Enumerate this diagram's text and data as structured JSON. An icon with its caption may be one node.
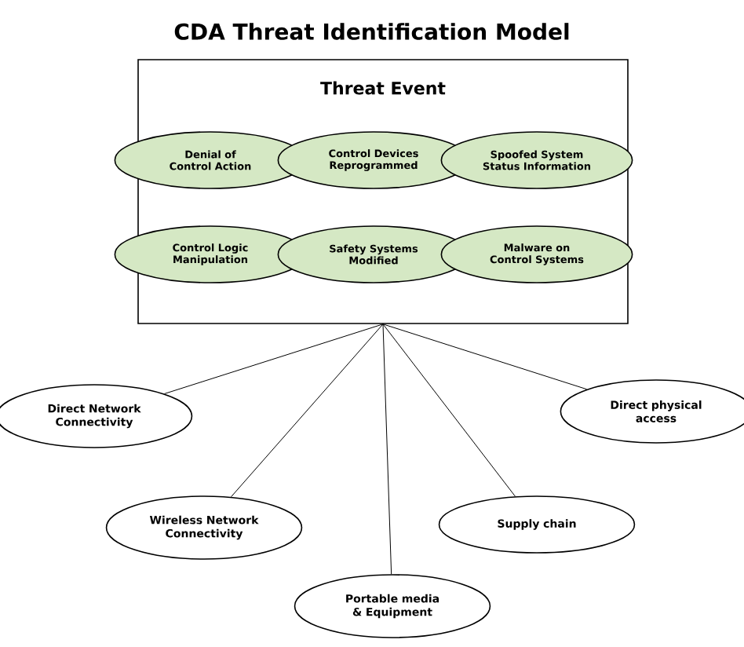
{
  "diagram": {
    "title": "CDA Threat Identification Model",
    "nodes": [
      {
        "text": [
          "Threat Event"
        ]
      },
      {
        "text": [
          "Denial of Control Action"
        ],
        "in": 0
      },
      {
        "text": [
          "Control Devices Reprogrammed"
        ],
        "in": 0
      },
      {
        "text": [
          "Spoofed System Status Information"
        ],
        "in": 0
      },
      {
        "text": [
          "Control Logic Manipulation"
        ],
        "in": 0
      },
      {
        "text": [
          "Safety Systems Modified"
        ],
        "in": 0
      },
      {
        "text": [
          "Malware on Control Systems"
        ],
        "in": 0
      },
      {
        "text": [
          "Direct Network Connectivity"
        ]
      },
      {
        "text": [
          "Direct physical access"
        ]
      },
      {
        "text": [
          "Wireless Network Connectivity"
        ]
      },
      {
        "text": [
          "Supply chain"
        ]
      },
      {
        "text": [
          "Portable media & Equipment"
        ]
      }
    ],
    "edges": [
      {
        "from": 0,
        "to": 7,
        "arrow": "none"
      },
      {
        "from": 0,
        "to": 9,
        "arrow": "none"
      },
      {
        "from": 0,
        "to": 11,
        "arrow": "none"
      },
      {
        "from": 0,
        "to": 10,
        "arrow": "none"
      },
      {
        "from": 0,
        "to": 8,
        "arrow": "none"
      }
    ]
  }
}
